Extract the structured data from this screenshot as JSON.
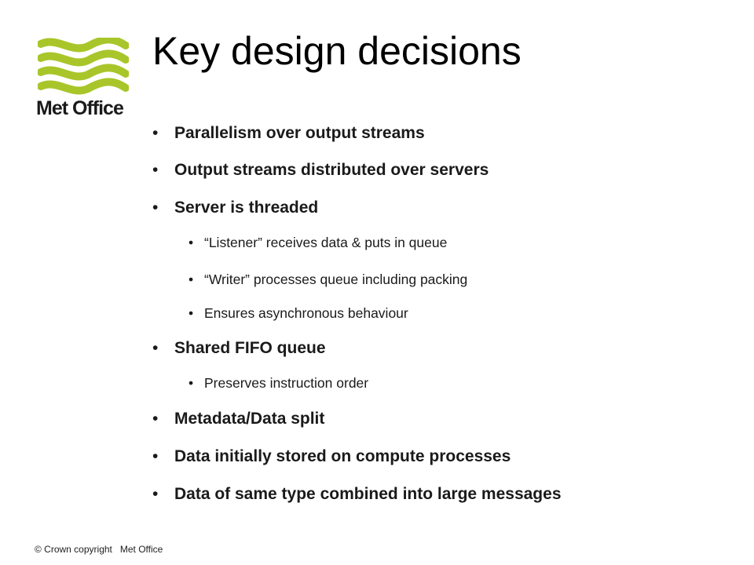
{
  "slide": {
    "title": "Key design decisions",
    "logo": {
      "icon": "met-office-waves-icon",
      "text": "Met Office",
      "color": "#a8c62a"
    },
    "bullets": [
      {
        "level": 1,
        "text": "Parallelism over output streams"
      },
      {
        "level": 1,
        "text": "Output streams distributed over servers"
      },
      {
        "level": 1,
        "text": "Server is threaded"
      },
      {
        "level": 2,
        "text": "“Listener” receives data & puts in queue"
      },
      {
        "level": 2,
        "text": "“Writer” processes queue including packing"
      },
      {
        "level": 2,
        "text": "Ensures asynchronous behaviour"
      },
      {
        "level": 1,
        "text": "Shared FIFO queue"
      },
      {
        "level": 2,
        "text": "Preserves instruction order"
      },
      {
        "level": 1,
        "text": "Metadata/Data split"
      },
      {
        "level": 1,
        "text": "Data initially stored on compute processes"
      },
      {
        "level": 1,
        "text": "Data of same type combined into large messages"
      }
    ],
    "bullet_glyph": "•",
    "footer": "© Crown copyright   Met Office"
  }
}
